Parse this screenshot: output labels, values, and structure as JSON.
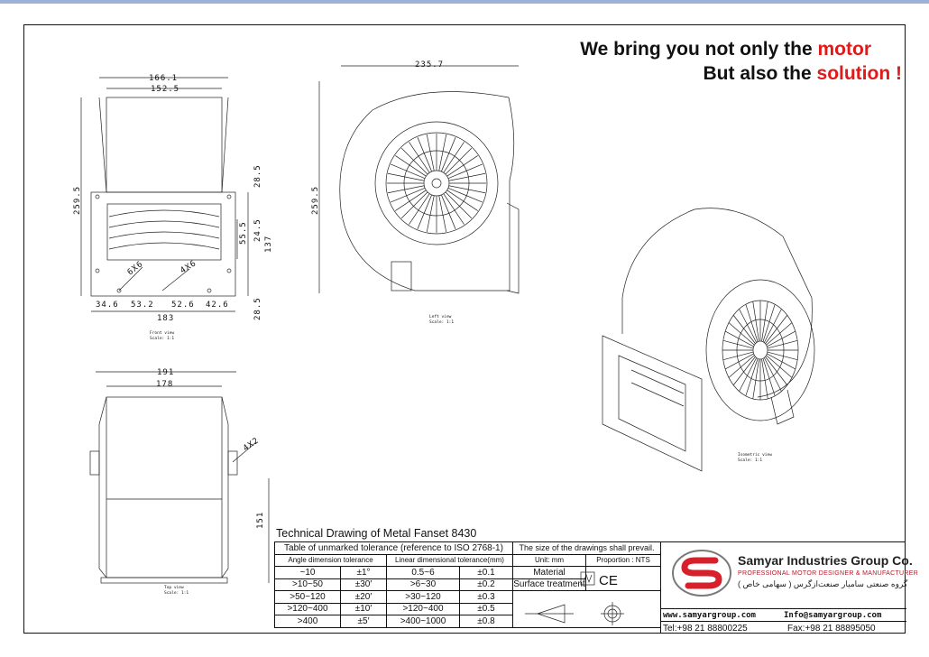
{
  "slogan": {
    "line1_prefix": "We bring you not only the ",
    "line1_highlight": "motor",
    "line2_prefix": "But also the ",
    "line2_highlight": "solution !",
    "highlight_color": "#e0191a"
  },
  "front_view": {
    "dims": {
      "width_outer": "166.1",
      "width_inner": "152.5",
      "height_total": "259.5",
      "flange_top": "28.5",
      "opening_h": "55.5",
      "offset": "24.5",
      "flange_h": "137",
      "flange_bottom": "28.5",
      "hole_a": "6X6",
      "hole_b": "4X6",
      "seg1": "34.6",
      "seg2": "53.2",
      "seg3": "52.6",
      "seg4": "42.6",
      "base": "183"
    },
    "caption_line1": "Front view",
    "caption_line2": "Scale:  1:1"
  },
  "left_view": {
    "dims": {
      "width": "235.7",
      "height": "259.5"
    },
    "caption_line1": "Left view",
    "caption_line2": "Scale:  1:1"
  },
  "top_view": {
    "dims": {
      "width_outer": "191",
      "width_inner": "178",
      "hole": "4X2",
      "height": "151"
    },
    "caption_line1": "Top view",
    "caption_line2": "Scale:  1:1"
  },
  "isometric_view": {
    "caption_line1": "Isometric view",
    "caption_line2": "Scale:  1:1"
  },
  "title_block": {
    "drawing_title": "Technical Drawing  of Metal Fanset 8430",
    "tolerance_header": "Table of unmarked tolerance (reference to ISO 2768-1)",
    "angle_header": "Angle dimension tolerance",
    "linear_header": "Linear dimensional tolerance(mm)",
    "rows": [
      {
        "angle_range": "~10",
        "angle_tol": "±1°",
        "linear_range": "0.5~6",
        "linear_tol": "±0.1"
      },
      {
        "angle_range": ">10~50",
        "angle_tol": "±30′",
        "linear_range": ">6~30",
        "linear_tol": "±0.2"
      },
      {
        "angle_range": ">50~120",
        "angle_tol": "±20′",
        "linear_range": ">30~120",
        "linear_tol": "±0.3"
      },
      {
        "angle_range": ">120~400",
        "angle_tol": "±10′",
        "linear_range": ">120~400",
        "linear_tol": "±0.5"
      },
      {
        "angle_range": ">400",
        "angle_tol": "±5′",
        "linear_range": ">400~1000",
        "linear_tol": "±0.8"
      }
    ],
    "prevail_note": "The size of the drawings shall prevail.",
    "unit": "Unit: mm",
    "proportion": "Proportion : NTS",
    "material_label": "Material",
    "surface_label": "Surface treatment",
    "ce_mark": "CE"
  },
  "company": {
    "name": "Samyar Industries Group Co.",
    "tagline": "PROFESSIONAL MOTOR DESIGNER & MANUFACTURER",
    "name_fa": "گروه صنعتی سامیار صنعت‌ازگرس ( سهامی خاص )",
    "website": "www.samyargroup.com",
    "email": "Info@samyargroup.com",
    "tel": "Tel:+98 21 88800225",
    "fax": "Fax:+98 21 88895050",
    "logo_color": "#d6202b",
    "logo_grey": "#7a7a7a"
  }
}
